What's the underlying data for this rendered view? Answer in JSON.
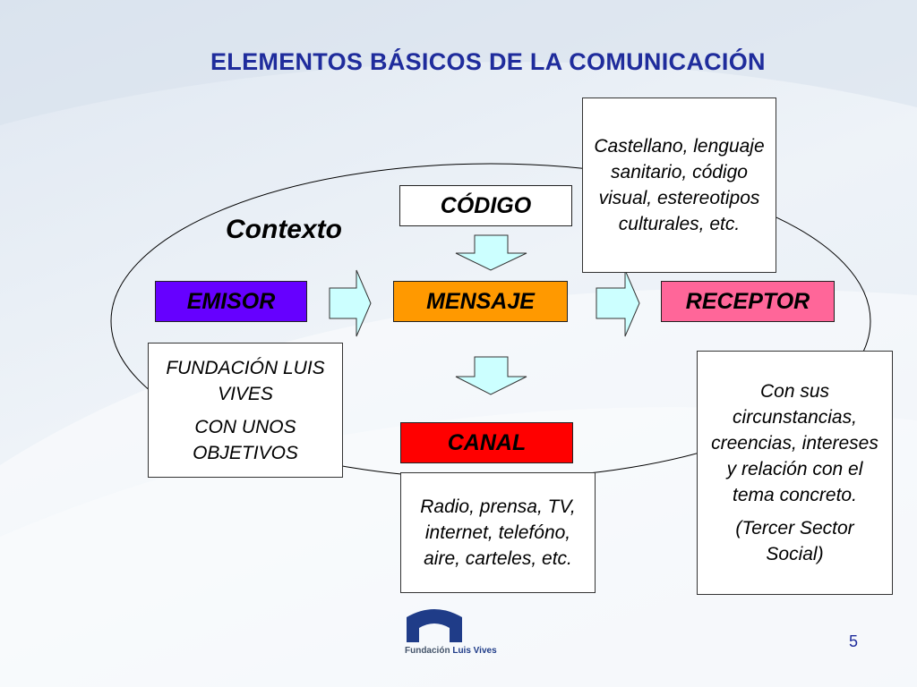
{
  "title": "ELEMENTOS BÁSICOS  DE LA COMUNICACIÓN",
  "context_label": "Contexto",
  "nodes": {
    "codigo": "CÓDIGO",
    "emisor": "EMISOR",
    "mensaje": "MENSAJE",
    "receptor": "RECEPTOR",
    "canal": "CANAL"
  },
  "notes": {
    "codigo": "Castellano, lenguaje sanitario, código visual, estereotipos culturales, etc.",
    "emisor_1": "FUNDACIÓN LUIS VIVES",
    "emisor_2": "CON UNOS OBJETIVOS",
    "canal": "Radio, prensa, TV, internet, telefóno, aire, carteles, etc.",
    "receptor_1": "Con sus circunstancias, creencias, intereses y relación con el tema concreto.",
    "receptor_2": "(Tercer Sector Social)"
  },
  "colors": {
    "title": "#1f2c9c",
    "emisor": "#6600ff",
    "mensaje": "#ff9900",
    "receptor": "#ff6699",
    "canal": "#ff0000",
    "arrow_fill": "#ccffff",
    "logo": "#1f3c88"
  },
  "logo": {
    "text_1": "Fundación",
    "text_2": "Luis Vives"
  },
  "page_number": "5"
}
